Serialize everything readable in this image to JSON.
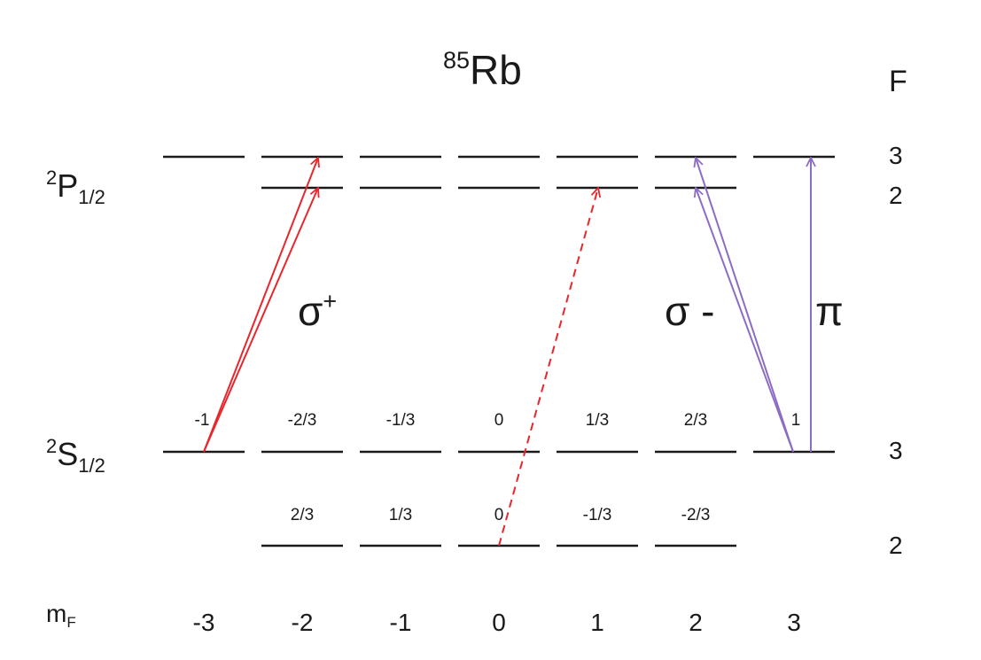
{
  "title": {
    "mass": "85",
    "element": "Rb"
  },
  "states": {
    "excited": {
      "sup": "2",
      "letter": "P",
      "sub": "1/2"
    },
    "ground": {
      "sup": "2",
      "letter": "S",
      "sub": "1/2"
    }
  },
  "f_header": "F",
  "f_labels": {
    "p3": "3",
    "p2": "2",
    "s3": "3",
    "s2": "2"
  },
  "polarizations": {
    "sigma_plus": "σ",
    "sigma_plus_sign": "+",
    "sigma_minus": "σ -",
    "pi": "π"
  },
  "mf_header": {
    "base": "m",
    "sub": "F"
  },
  "mf_values": [
    "-3",
    "-2",
    "-1",
    "0",
    "1",
    "2",
    "3"
  ],
  "coeff_upper": [
    "-1",
    "-2/3",
    "-1/3",
    "0",
    "1/3",
    "2/3",
    "1"
  ],
  "coeff_lower": [
    "2/3",
    "1/3",
    "0",
    "-1/3",
    "-2/3"
  ],
  "colors": {
    "level": "#1a1a1a",
    "sigma_plus": "#e8262b",
    "sigma_minus": "#8c6cc4",
    "text": "#1a1a1a"
  }
}
